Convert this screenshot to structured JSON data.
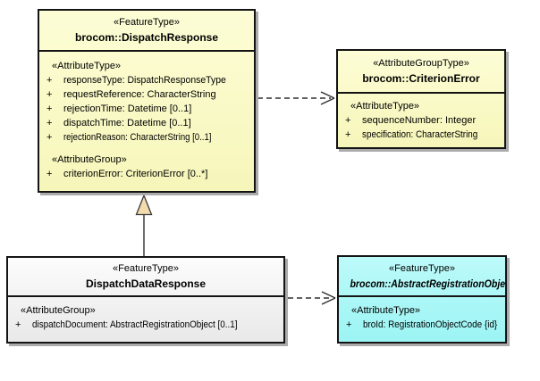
{
  "colors": {
    "canvas_bg": "#FFFFFF",
    "yellow_fill_top": "#FDFDD6",
    "yellow_fill_bottom": "#F6F6BA",
    "gray_fill_top": "#FCFCFC",
    "gray_fill_bottom": "#E9E9E9",
    "cyan_fill_top": "#BDFAFA",
    "cyan_fill_bottom": "#9CF4F4",
    "border": "#141414",
    "shadow": "#ABABAB",
    "connector": "#2E2E2E",
    "triangle_fill": "#F2DBAC"
  },
  "classes": [
    {
      "stereotype": "«FeatureType»",
      "name": "brocom::DispatchResponse",
      "sections": [
        {
          "label": "«AttributeType»",
          "rows": [
            {
              "visibility": "+",
              "text": "responseType: DispatchResponseType"
            },
            {
              "visibility": "+",
              "text": "requestReference: CharacterString"
            },
            {
              "visibility": "+",
              "text": "rejectionTime: Datetime [0..1]"
            },
            {
              "visibility": "+",
              "text": "dispatchTime: Datetime [0..1]"
            },
            {
              "visibility": "+",
              "text": "rejectionReason: CharacterString [0..1]"
            }
          ]
        },
        {
          "label": "«AttributeGroup»",
          "rows": [
            {
              "visibility": "+",
              "text": "criterionError: CriterionError [0..*]"
            }
          ]
        }
      ]
    },
    {
      "stereotype": "«AttributeGroupType»",
      "name": "brocom::CriterionError",
      "sections": [
        {
          "label": "«AttributeType»",
          "rows": [
            {
              "visibility": "+",
              "text": "sequenceNumber: Integer"
            },
            {
              "visibility": "+",
              "text": "specification: CharacterString"
            }
          ]
        }
      ]
    },
    {
      "stereotype": "«FeatureType»",
      "name": "DispatchDataResponse",
      "sections": [
        {
          "label": "«AttributeGroup»",
          "rows": [
            {
              "visibility": "+",
              "text": "dispatchDocument: AbstractRegistrationObject [0..1]"
            }
          ]
        }
      ]
    },
    {
      "stereotype": "«FeatureType»",
      "name": "brocom::AbstractRegistrationObject",
      "abstract": true,
      "sections": [
        {
          "label": "«AttributeType»",
          "rows": [
            {
              "visibility": "+",
              "text": "broId: RegistrationObjectCode {id}"
            }
          ]
        }
      ]
    }
  ],
  "relationships": [
    {
      "type": "dependency",
      "source": "brocom::DispatchResponse",
      "target": "brocom::CriterionError",
      "line": "dashed",
      "arrowhead": "open"
    },
    {
      "type": "generalization",
      "source": "DispatchDataResponse",
      "target": "brocom::DispatchResponse",
      "line": "solid",
      "arrowhead": "triangle"
    },
    {
      "type": "dependency",
      "source": "DispatchDataResponse",
      "target": "brocom::AbstractRegistrationObject",
      "line": "dashed",
      "arrowhead": "open"
    }
  ]
}
